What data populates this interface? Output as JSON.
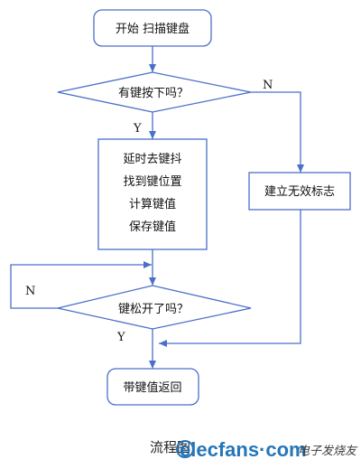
{
  "nodes": {
    "start": "开始 扫描键盘",
    "decision_key_pressed": "有键按下吗？",
    "process_lines": [
      "延时去键抖",
      "找到键位置",
      "计算键值",
      "保存键值"
    ],
    "invalid_flag": "建立无效标志",
    "decision_key_released": "键松开了吗？",
    "return_with_value": "带键值返回"
  },
  "branch_labels": {
    "pressed_no": "N",
    "pressed_yes": "Y",
    "released_no": "N",
    "released_yes": "Y"
  },
  "caption": "流程图",
  "watermark": {
    "logo": "elecfans·com",
    "cn": "电子发烧友"
  },
  "colors": {
    "stroke": "#4a6fc9",
    "fill": "#ffffff",
    "logo": "#1a6fb5"
  }
}
